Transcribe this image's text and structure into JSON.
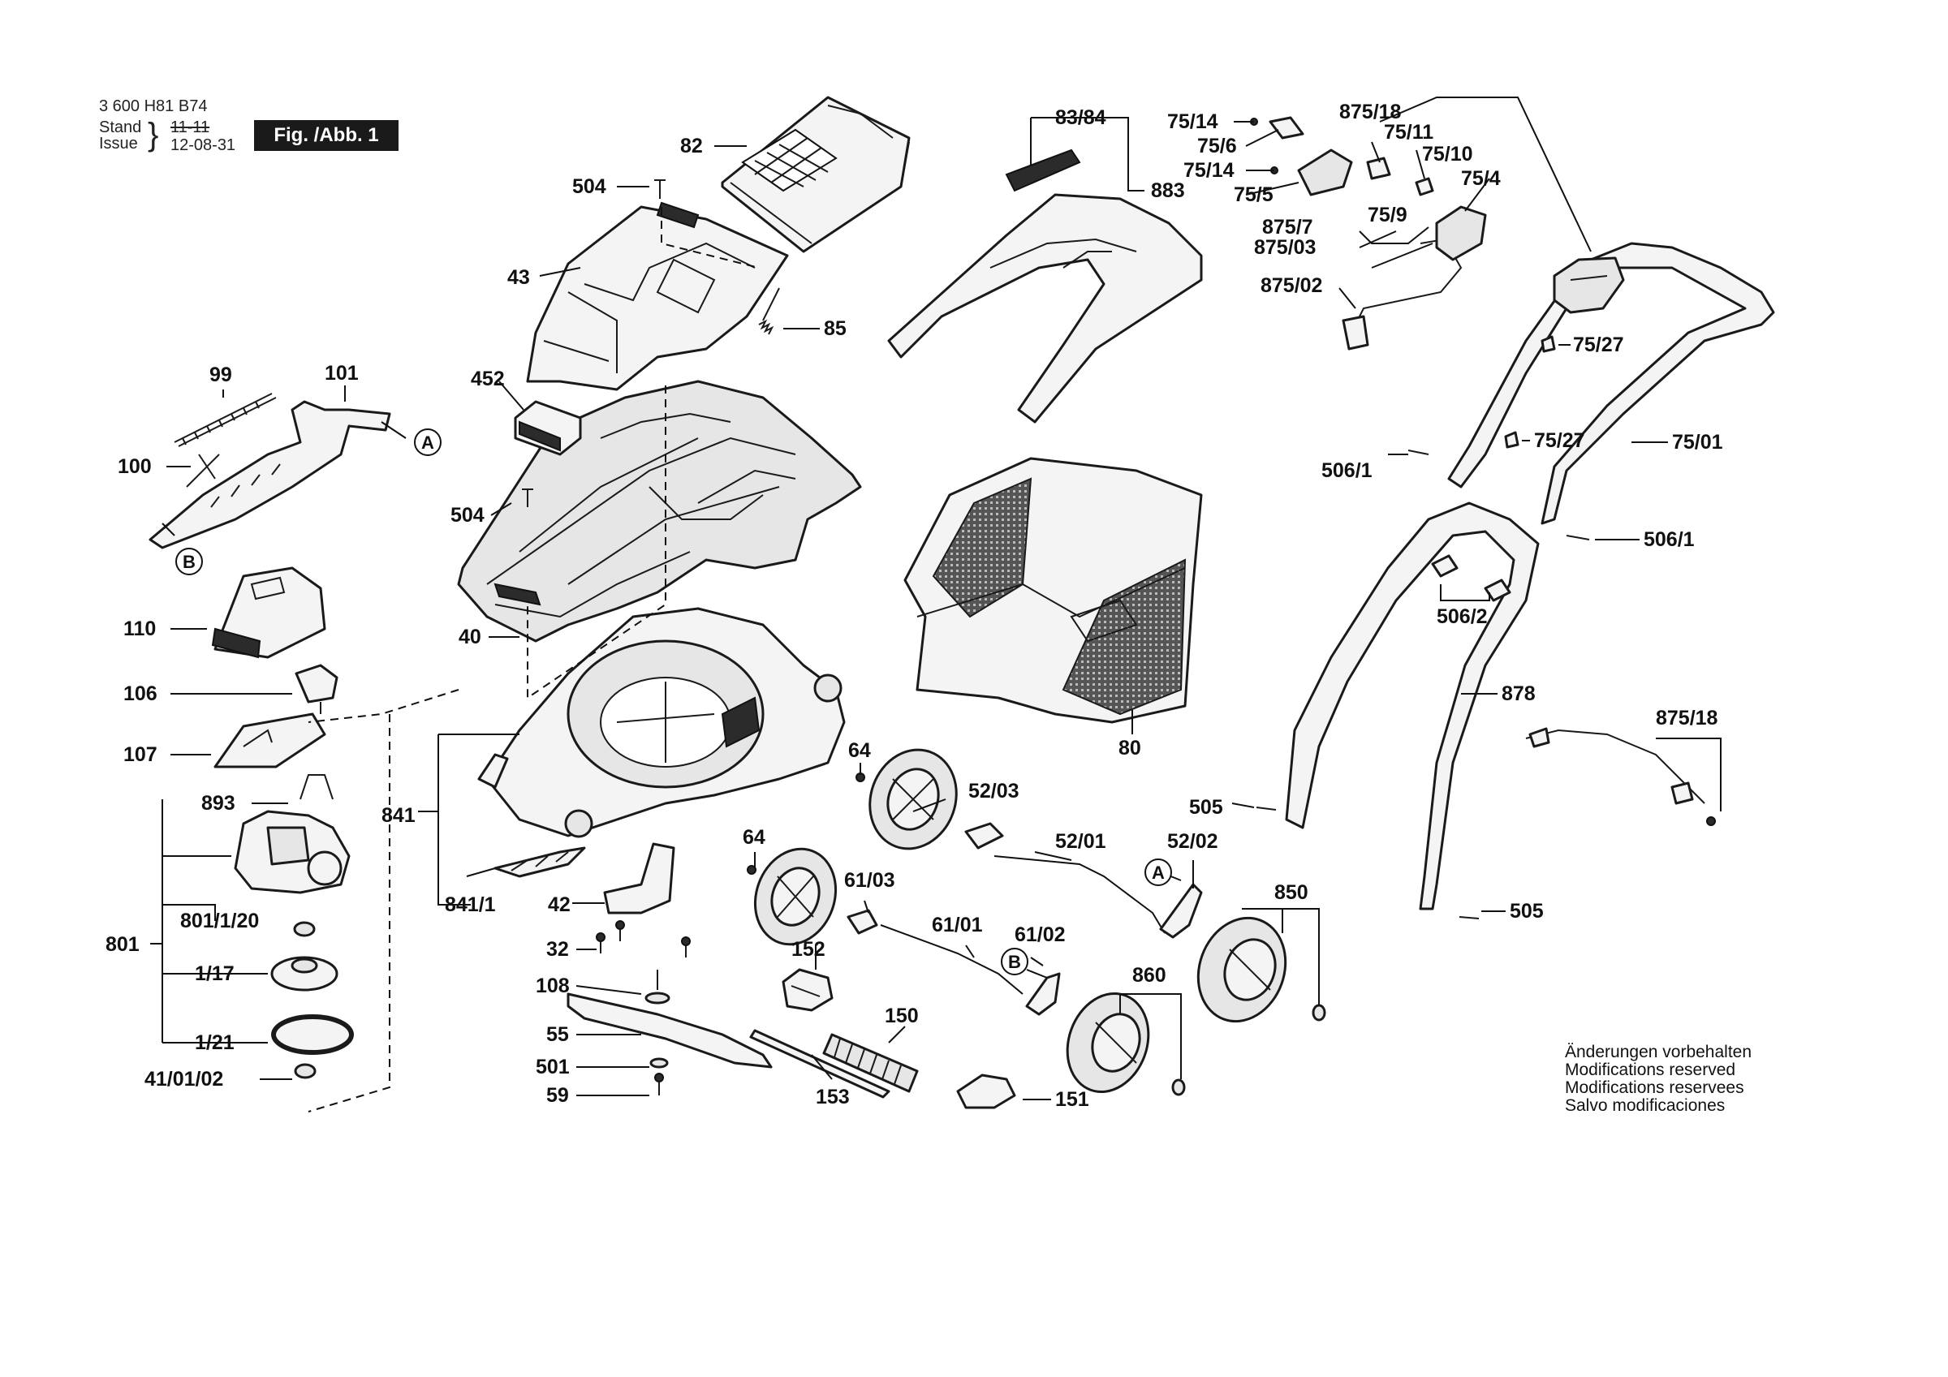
{
  "header": {
    "part_number": "3 600 H81 B74",
    "stand_label": "Stand",
    "issue_label": "Issue",
    "stand_value": "11-11",
    "issue_value": "12-08-31",
    "figure_badge": "Fig. /Abb. 1"
  },
  "note": {
    "lines": [
      "Änderungen vorbehalten",
      "Modifications reserved",
      "Modifications reservees",
      "Salvo modificaciones"
    ]
  },
  "callouts": {
    "c82": "82",
    "c504a": "504",
    "c43": "43",
    "c85": "85",
    "c452": "452",
    "c504b": "504",
    "c40": "40",
    "c99": "99",
    "c101": "101",
    "c100": "100",
    "c110": "110",
    "c106": "106",
    "c107": "107",
    "c893": "893",
    "c841": "841",
    "c841_1": "841/1",
    "c42": "42",
    "c801": "801",
    "c801_1_20": "801/1/20",
    "c1_17": "1/17",
    "c1_21": "1/21",
    "c41_01_02": "41/01/02",
    "c32": "32",
    "c108": "108",
    "c55": "55",
    "c501": "501",
    "c59": "59",
    "c153": "153",
    "c150": "150",
    "c151": "151",
    "c152": "152",
    "c64a": "64",
    "c64b": "64",
    "c52_03": "52/03",
    "c52_01": "52/01",
    "c52_02": "52/02",
    "c61_03": "61/03",
    "c61_01": "61/01",
    "c61_02": "61/02",
    "c850": "850",
    "c860": "860",
    "c80": "80",
    "c83_84": "83/84",
    "c883": "883",
    "c75_14a": "75/14",
    "c75_6": "75/6",
    "c75_14b": "75/14",
    "c75_5": "75/5",
    "c875_18a": "875/18",
    "c75_11": "75/11",
    "c75_10": "75/10",
    "c75_4": "75/4",
    "c875_7": "875/7",
    "c75_9": "75/9",
    "c875_03": "875/03",
    "c875_02": "875/02",
    "c75_27a": "75/27",
    "c75_27b": "75/27",
    "c75_01": "75/01",
    "c506_1a": "506/1",
    "c506_1b": "506/1",
    "c506_2": "506/2",
    "c878": "878",
    "c875_18b": "875/18",
    "c505a": "505",
    "c505b": "505"
  },
  "markers": {
    "a1": "A",
    "b1": "B",
    "a2": "A",
    "b2": "B"
  }
}
